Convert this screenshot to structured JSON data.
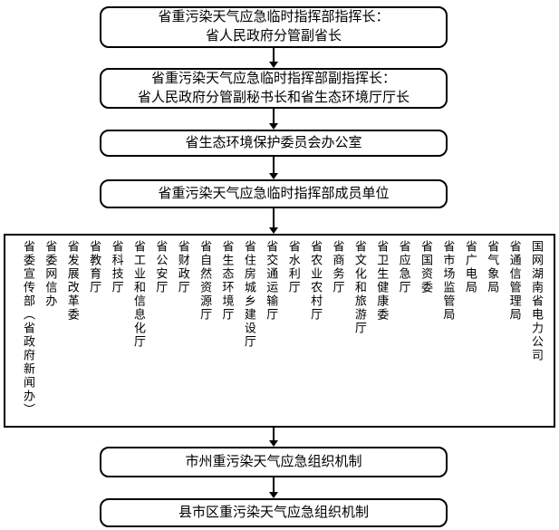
{
  "diagram": {
    "type": "flowchart",
    "language": "zh-CN",
    "colors": {
      "border": "#000000",
      "background": "#ffffff",
      "text": "#000000"
    },
    "nodes": {
      "commander": {
        "line1": "省重污染天气应急临时指挥部指挥长：",
        "line2": "省人民政府分管副省长"
      },
      "deputy_commander": {
        "line1": "省重污染天气应急临时指挥部副指挥长：",
        "line2": "省人民政府分管副秘书长和省生态环境厅厅长"
      },
      "office": {
        "label": "省生态环境保护委员会办公室"
      },
      "member_units_header": {
        "label": "省重污染天气应急临时指挥部成员单位"
      },
      "city_level": {
        "label": "市州重污染天气应急组织机制"
      },
      "county_level": {
        "label": "县市区重污染天气应急组织机制"
      }
    },
    "member_units": [
      "省委宣传部（省政府新闻办）",
      "省委网信办",
      "省发展改革委",
      "省教育厅",
      "省科技厅",
      "省工业和信息化厅",
      "省公安厅",
      "省财政厅",
      "省自然资源厅",
      "省生态环境厅",
      "省住房城乡建设厅",
      "省交通运输厅",
      "省水利厅",
      "省农业农村厅",
      "省商务厅",
      "省文化和旅游厅",
      "省卫生健康委",
      "省应急厅",
      "省国资委",
      "省市场监管局",
      "省广电局",
      "省气象局",
      "省通信管理局",
      "国网湖南省电力公司"
    ]
  }
}
